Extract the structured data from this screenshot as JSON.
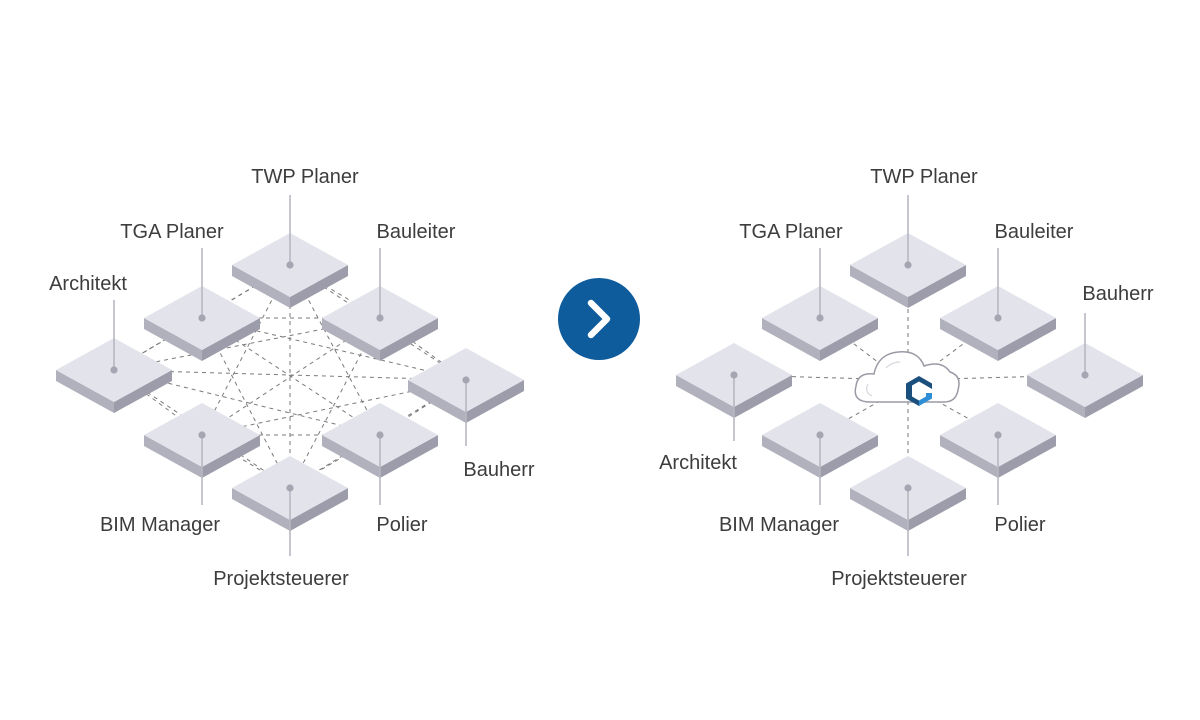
{
  "left_diagram": {
    "roles": {
      "twp": "TWP Planer",
      "tga": "TGA Planer",
      "bauleiter": "Bauleiter",
      "architekt": "Architekt",
      "bauherr": "Bauherr",
      "bim": "BIM Manager",
      "polier": "Polier",
      "projekt": "Projektsteuerer"
    }
  },
  "right_diagram": {
    "roles": {
      "twp": "TWP Planer",
      "tga": "TGA Planer",
      "bauleiter": "Bauleiter",
      "architekt": "Architekt",
      "bauherr": "Bauherr",
      "bim": "BIM Manager",
      "polier": "Polier",
      "projekt": "Projektsteuerer"
    },
    "hub_icon": "cloud-icon"
  },
  "next_button": {
    "icon": "chevron-right-icon"
  },
  "colors": {
    "tile_top": "#e3e3eb",
    "tile_side_left": "#b1b1bd",
    "tile_side_right": "#9c9caa",
    "dashed_link": "#7a7a7a",
    "label_text": "#3d3d3d",
    "accent_blue": "#0f5c9c",
    "logo_dark": "#1b4f7d",
    "logo_light": "#2f8fd6"
  }
}
